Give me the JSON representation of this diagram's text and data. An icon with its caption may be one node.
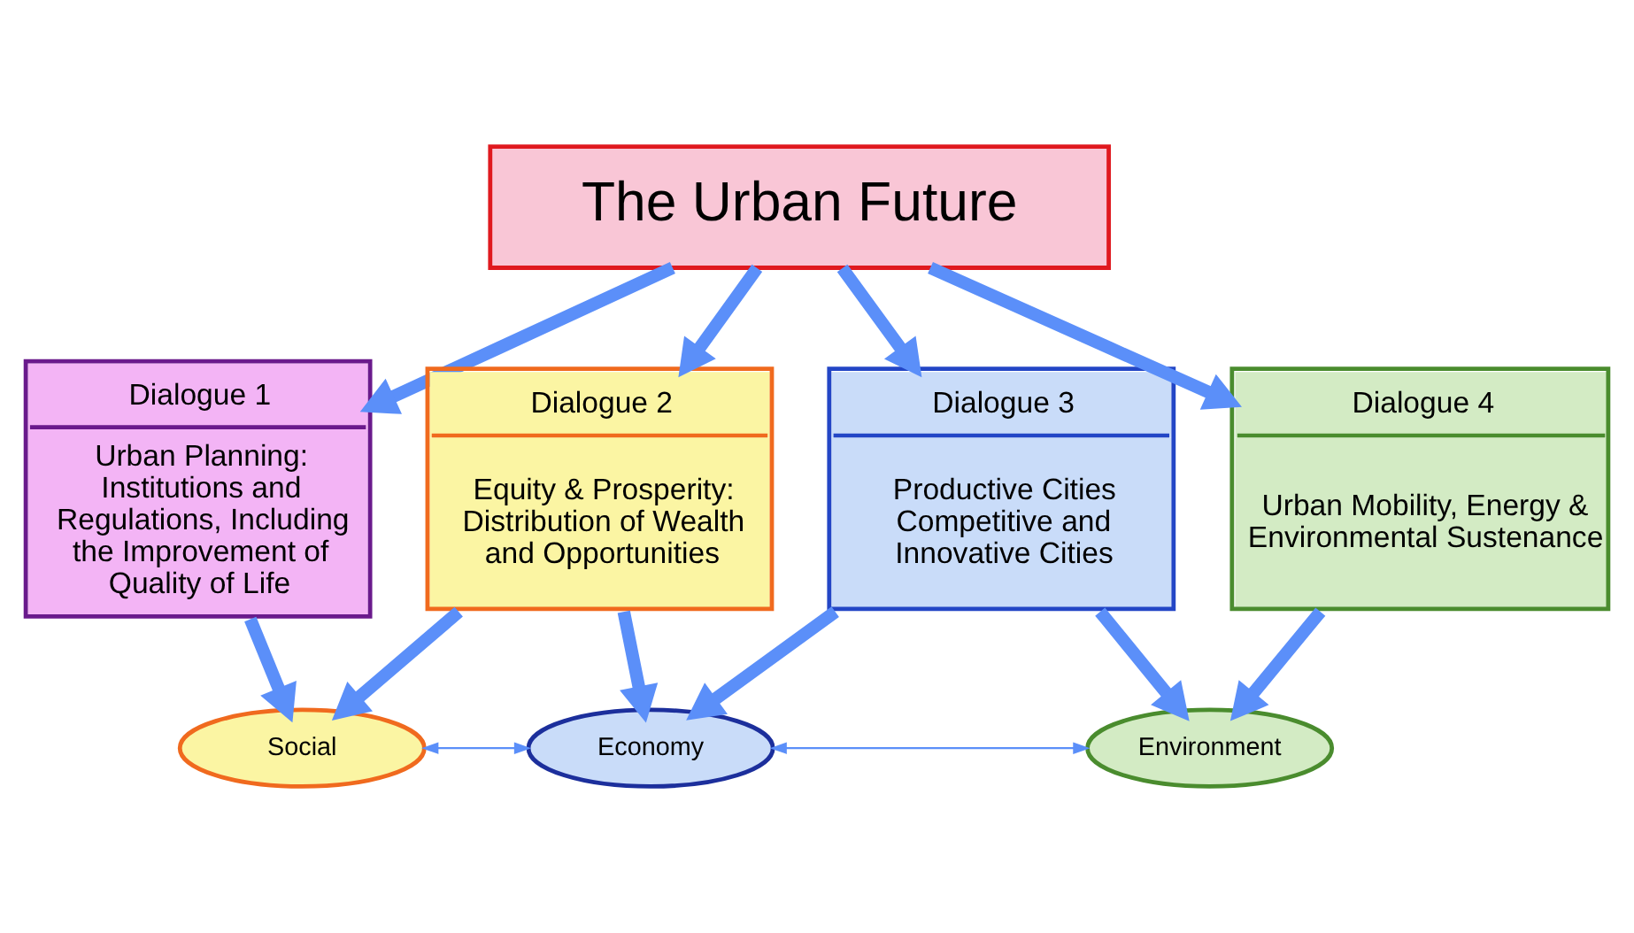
{
  "diagram": {
    "nodes": [
      {
        "text": [
          "The Urban Future"
        ]
      },
      {
        "text": [
          "Dialogue 1",
          "Urban Planning: Institutions and Regulations, Including the Improvement of Quality of Life"
        ]
      },
      {
        "text": [
          "Dialogue 2",
          "Equity & Prosperity: Distribution of Wealth and Opportunities"
        ]
      },
      {
        "text": [
          "Dialogue 3",
          "Productive Cities Competitive and Innovative Cities"
        ]
      },
      {
        "text": [
          "Dialogue 4",
          "Urban Mobility, Energy & Environmental Sustenance"
        ]
      },
      {
        "text": [
          "Social"
        ]
      },
      {
        "text": [
          "Economy"
        ]
      },
      {
        "text": [
          "Environment"
        ]
      }
    ],
    "edges": [
      {
        "from": 0,
        "to": 1,
        "arrow": "to"
      },
      {
        "from": 0,
        "to": 2,
        "arrow": "to"
      },
      {
        "from": 0,
        "to": 3,
        "arrow": "to"
      },
      {
        "from": 0,
        "to": 4,
        "arrow": "to"
      },
      {
        "from": 1,
        "to": 5,
        "arrow": "to"
      },
      {
        "from": 2,
        "to": 5,
        "arrow": "to"
      },
      {
        "from": 2,
        "to": 6,
        "arrow": "to"
      },
      {
        "from": 3,
        "to": 6,
        "arrow": "to"
      },
      {
        "from": 3,
        "to": 7,
        "arrow": "to"
      },
      {
        "from": 4,
        "to": 7,
        "arrow": "to"
      },
      {
        "from": 5,
        "to": 6,
        "arrow": "both"
      },
      {
        "from": 6,
        "to": 7,
        "arrow": "both"
      }
    ]
  }
}
